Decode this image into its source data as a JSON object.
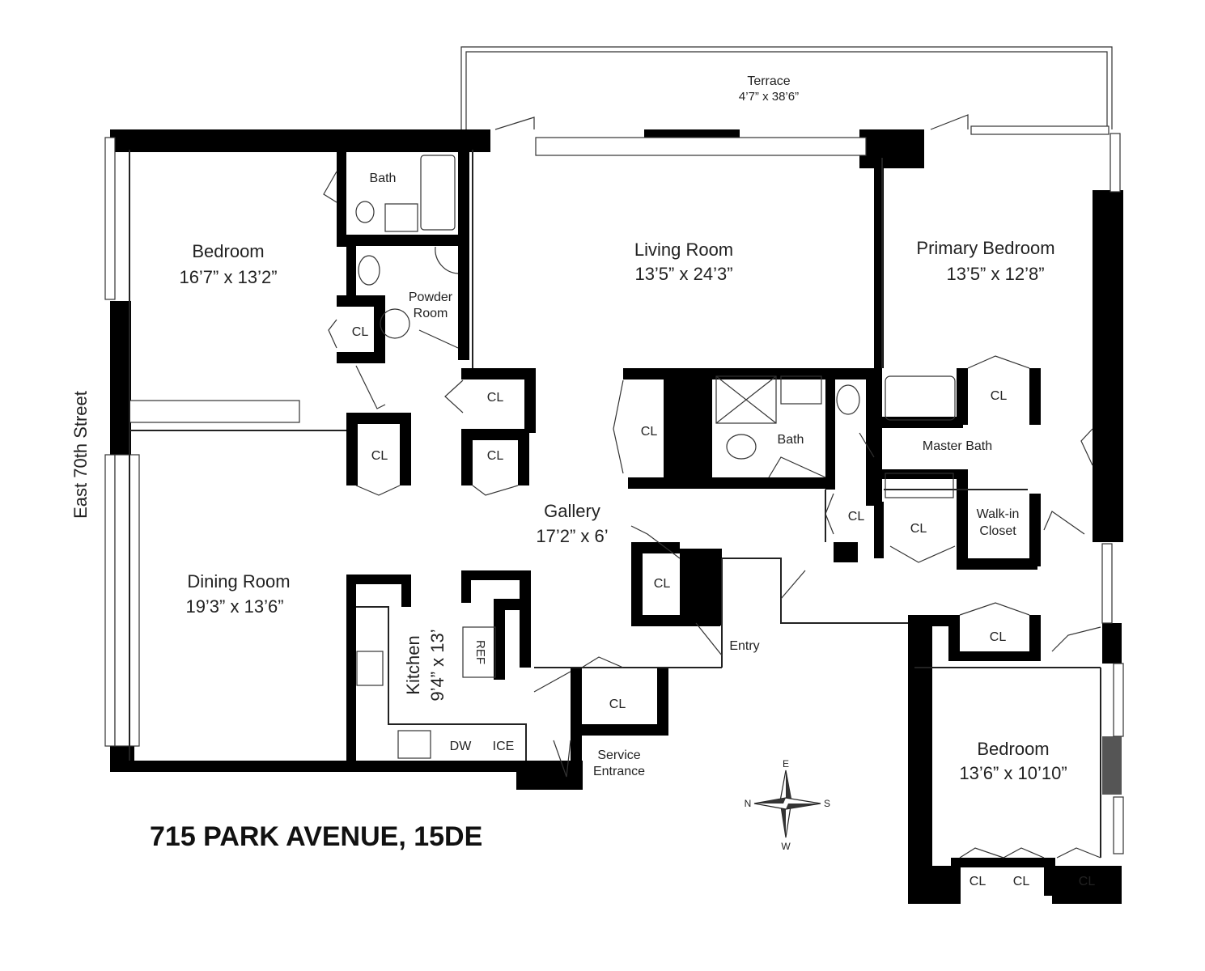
{
  "title": "715 PARK AVENUE, 15DE",
  "street": "East 70th Street",
  "rooms": {
    "terrace": {
      "name": "Terrace",
      "dims": "4’7” x 38’6”"
    },
    "bedroom_1": {
      "name": "Bedroom",
      "dims": "16’7” x 13’2”"
    },
    "bath_1": {
      "name": "Bath"
    },
    "powder_room": {
      "name": "Powder Room",
      "line1": "Powder",
      "line2": "Room"
    },
    "living_room": {
      "name": "Living Room",
      "dims": "13’5” x 24’3”"
    },
    "primary_bedroom": {
      "name": "Primary Bedroom",
      "dims": "13’5” x 12’8”"
    },
    "bath_2": {
      "name": "Bath"
    },
    "master_bath": {
      "name": "Master Bath"
    },
    "walk_in_closet": {
      "line1": "Walk-in",
      "line2": "Closet"
    },
    "gallery": {
      "name": "Gallery",
      "dims": "17’2” x 6’"
    },
    "dining_room": {
      "name": "Dining Room",
      "dims": "19’3” x 13’6”"
    },
    "kitchen": {
      "name": "Kitchen",
      "dims": "9’4” x 13’"
    },
    "entry": {
      "name": "Entry"
    },
    "service_entrance": {
      "line1": "Service",
      "line2": "Entrance"
    },
    "bedroom_2": {
      "name": "Bedroom",
      "dims": "13’6” x 10’10”"
    }
  },
  "closet_label": "CL",
  "fixtures": {
    "ref": "REF",
    "dw": "DW",
    "ice": "ICE"
  },
  "compass": {
    "n": "N",
    "s": "S",
    "e": "E",
    "w": "W"
  }
}
